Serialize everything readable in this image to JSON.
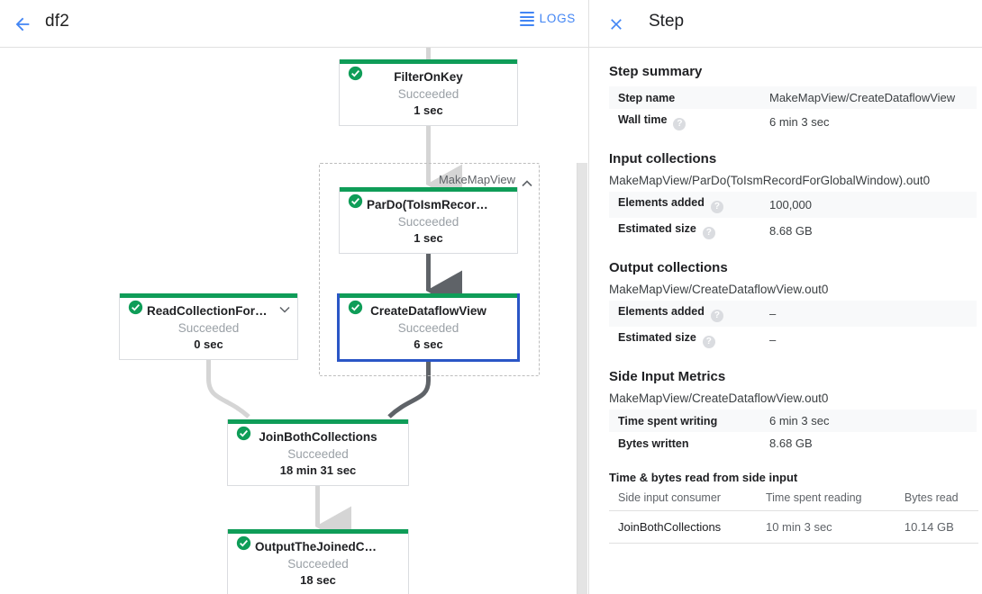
{
  "colors": {
    "accent": "#4285f4",
    "success": "#0f9d58",
    "selected_border": "#2a56c6",
    "edge_light": "#d5d5d5",
    "edge_dark": "#5f6368",
    "row_alt": "#f8f9fa"
  },
  "topbar": {
    "back_icon": "back-arrow-icon",
    "title": "df2",
    "logs_label": "LOGS",
    "logs_icon": "list-icon"
  },
  "graph": {
    "group": {
      "label": "MakeMapView",
      "collapse_icon": "chevron-up-icon"
    },
    "nodes": [
      {
        "id": "filteronkey",
        "title": "FilterOnKey",
        "status": "Succeeded",
        "duration": "1 sec",
        "status_icon": "check-circle-icon",
        "selected": false,
        "expander": null
      },
      {
        "id": "pardo",
        "title": "ParDo(ToIsmRecordFor…",
        "status": "Succeeded",
        "duration": "1 sec",
        "status_icon": "check-circle-icon",
        "selected": false,
        "expander": null
      },
      {
        "id": "createdataflowview",
        "title": "CreateDataflowView",
        "status": "Succeeded",
        "duration": "6 sec",
        "status_icon": "check-circle-icon",
        "selected": true,
        "expander": null
      },
      {
        "id": "readcollectionforjoin",
        "title": "ReadCollectionForJoin",
        "status": "Succeeded",
        "duration": "0 sec",
        "status_icon": "check-circle-icon",
        "selected": false,
        "expander": "chevron-down-icon"
      },
      {
        "id": "joinbothcollections",
        "title": "JoinBothCollections",
        "status": "Succeeded",
        "duration": "18 min 31 sec",
        "status_icon": "check-circle-icon",
        "selected": false,
        "expander": null
      },
      {
        "id": "outputthejoinedcollection",
        "title": "OutputTheJoinedCollec…",
        "status": "Succeeded",
        "duration": "18 sec",
        "status_icon": "check-circle-icon",
        "selected": false,
        "expander": null
      }
    ]
  },
  "panel": {
    "close_icon": "close-icon",
    "title": "Step",
    "step_summary": {
      "heading": "Step summary",
      "rows": [
        {
          "label": "Step name",
          "value": "MakeMapView/CreateDataflowView",
          "help": false
        },
        {
          "label": "Wall time",
          "value": "6 min 3 sec",
          "help": true
        }
      ]
    },
    "input_collections": {
      "heading": "Input collections",
      "collection_name": "MakeMapView/ParDo(ToIsmRecordForGlobalWindow).out0",
      "rows": [
        {
          "label": "Elements added",
          "value": "100,000",
          "help": true
        },
        {
          "label": "Estimated size",
          "value": "8.68 GB",
          "help": true
        }
      ]
    },
    "output_collections": {
      "heading": "Output collections",
      "collection_name": "MakeMapView/CreateDataflowView.out0",
      "rows": [
        {
          "label": "Elements added",
          "value": "–",
          "help": true
        },
        {
          "label": "Estimated size",
          "value": "–",
          "help": true
        }
      ]
    },
    "side_input_metrics": {
      "heading": "Side Input Metrics",
      "collection_name": "MakeMapView/CreateDataflowView.out0",
      "rows": [
        {
          "label": "Time spent writing",
          "value": "6 min 3 sec",
          "help": false
        },
        {
          "label": "Bytes written",
          "value": "8.68 GB",
          "help": false
        }
      ],
      "sub_heading": "Time & bytes read from side input",
      "table": {
        "columns": [
          "Side input consumer",
          "Time spent reading",
          "Bytes read"
        ],
        "rows": [
          [
            "JoinBothCollections",
            "10 min 3 sec",
            "10.14 GB"
          ]
        ]
      }
    }
  }
}
